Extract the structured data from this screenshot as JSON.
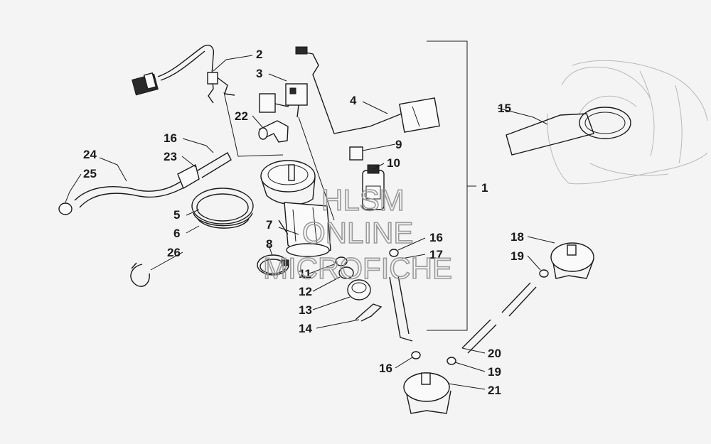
{
  "watermark": {
    "line1": "HLSM",
    "line2": "ONLINE",
    "line3": "MICROFICHE"
  },
  "callouts": [
    "1",
    "2",
    "3",
    "4",
    "5",
    "6",
    "7",
    "8",
    "9",
    "10",
    "11",
    "12",
    "13",
    "14",
    "15",
    "16",
    "16",
    "16",
    "17",
    "18",
    "19",
    "19",
    "20",
    "21",
    "22",
    "23",
    "24",
    "25",
    "26"
  ]
}
